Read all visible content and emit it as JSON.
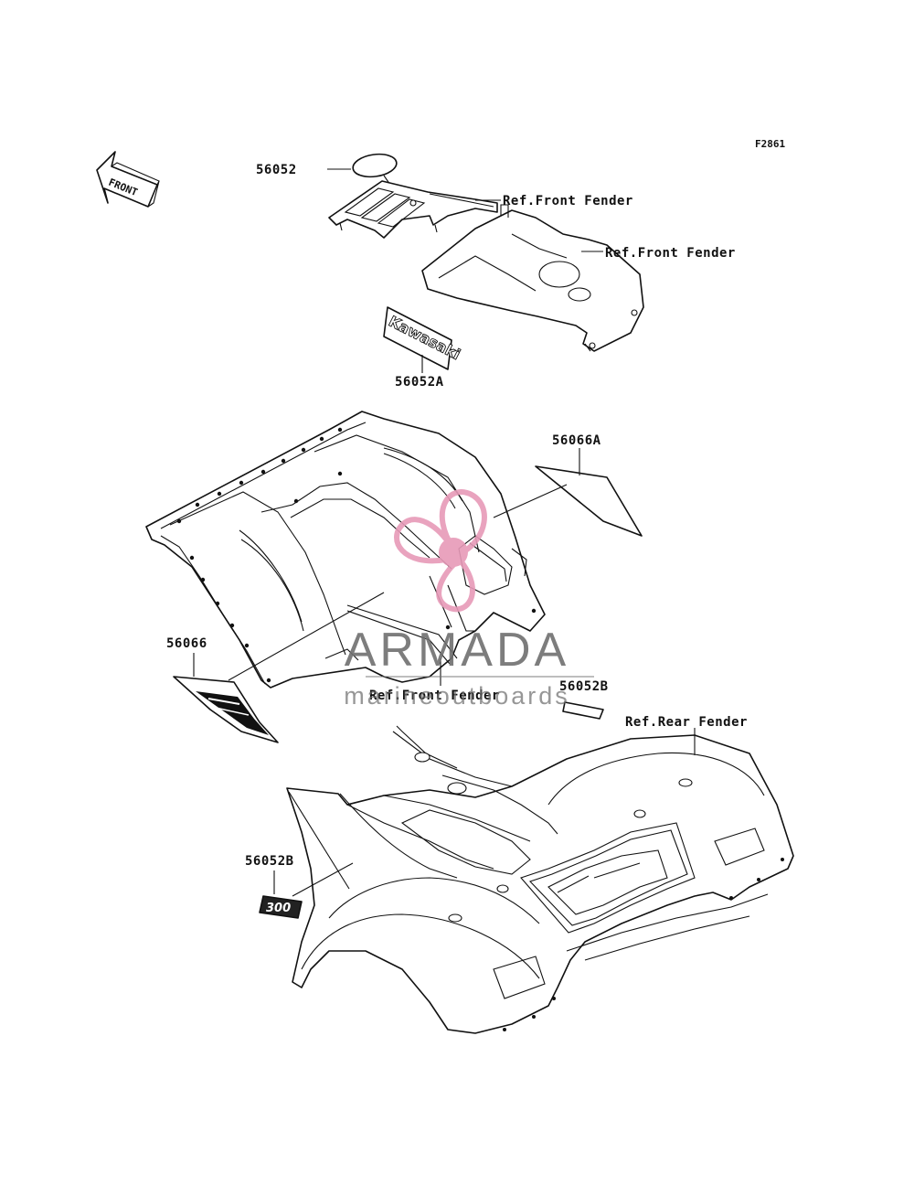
{
  "figure_code": "F2861",
  "front_indicator": "FRONT",
  "callouts": {
    "p56052": "56052",
    "ref_front_fender_1": "Ref.Front Fender",
    "ref_front_fender_2": "Ref.Front Fender",
    "p56052A": "56052A",
    "p56066A": "56066A",
    "p56066": "56066",
    "ref_front_fender_3": "Ref.Front Fender",
    "p56052B_1": "56052B",
    "ref_rear_fender": "Ref.Rear Fender",
    "p56052B_2": "56052B"
  },
  "decals": {
    "kawasaki": "Kawasaki",
    "badge": "300"
  },
  "watermark": {
    "brand": "ARMADA",
    "tagline": "marineoutboards",
    "logo_color": "#e79ab8",
    "text_color": "#6f6f6f"
  }
}
